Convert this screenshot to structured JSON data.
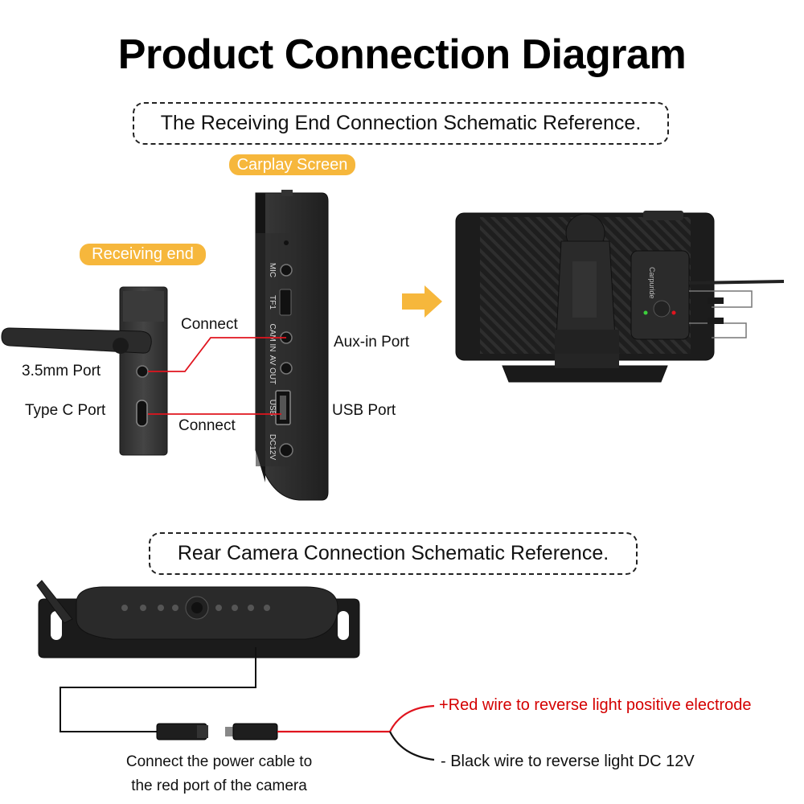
{
  "title": "Product Connection Diagram",
  "receiving_section": {
    "heading": "The Receiving End Connection Schematic Reference.",
    "carplay_badge": "Carplay Screen",
    "receiving_badge": "Receiving end",
    "ports": {
      "port_35": "3.5mm Port",
      "type_c": "Type C Port",
      "aux_in": "Aux-in Port",
      "usb": "USB Port"
    },
    "connect_top": "Connect",
    "connect_bottom": "Connect",
    "screen_side_labels": {
      "mic": "MIC",
      "tf": "TF1",
      "cam_in": "CAM IN",
      "av_out": "AV OUT",
      "usb": "USB",
      "dc": "DC12V"
    },
    "device_brand": "Carpuride"
  },
  "camera_section": {
    "heading": "Rear Camera Connection Schematic Reference.",
    "red_wire": "+Red wire to reverse light positive electrode",
    "black_wire": "- Black wire to reverse light DC 12V",
    "power_note_line1": "Connect the power cable to",
    "power_note_line2": "the red port of the camera"
  },
  "colors": {
    "accent_badge": "#f6b73c",
    "wire_red": "#e0141e",
    "red_text": "#d40000",
    "arrow": "#f6b73c"
  }
}
